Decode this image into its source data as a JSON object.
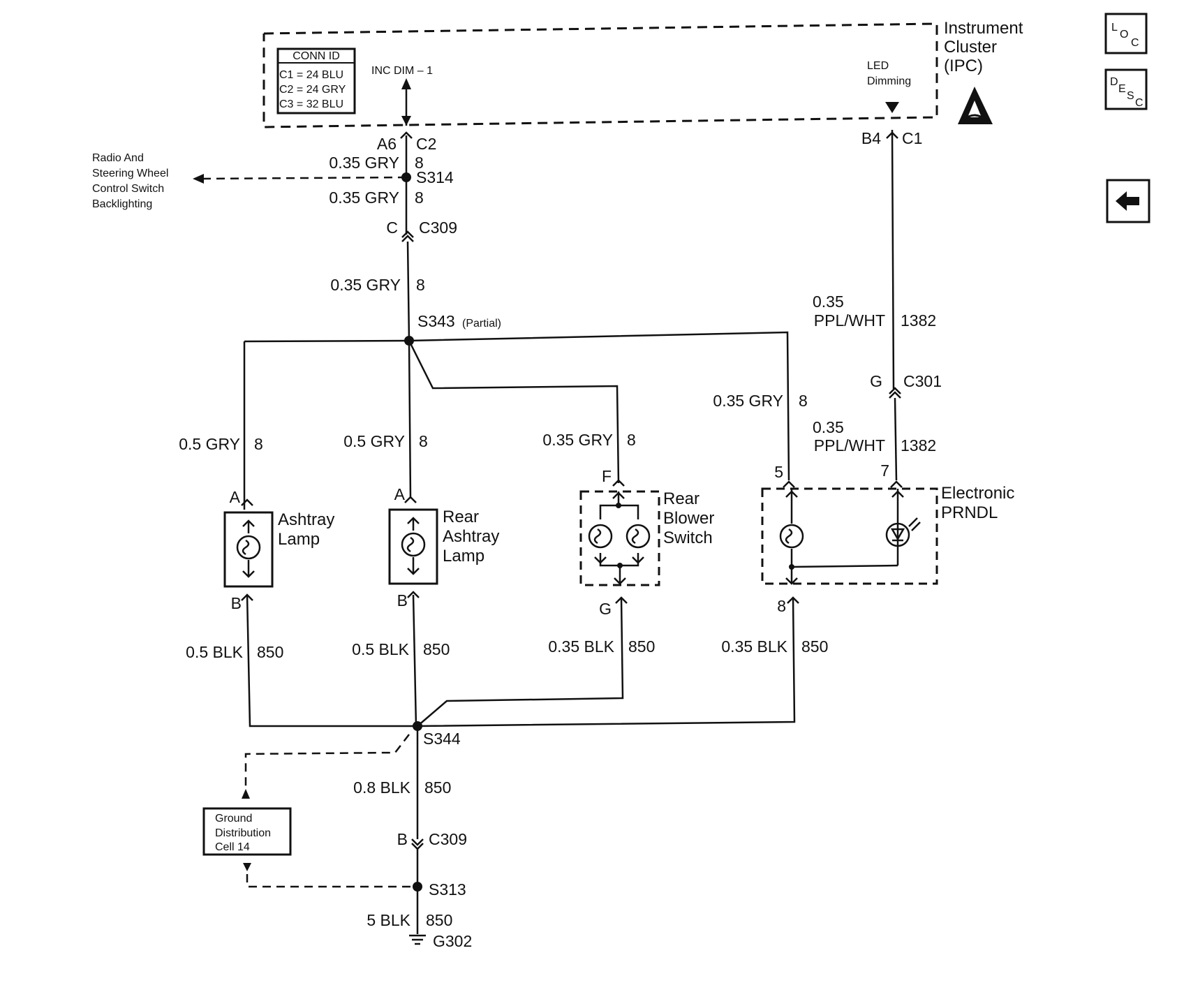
{
  "module": {
    "title_lines": [
      "Instrument",
      "Cluster",
      "(IPC)"
    ]
  },
  "conn_id": {
    "header": "CONN ID",
    "rows": [
      "C1 = 24 BLU",
      "C2 = 24 GRY",
      "C3 = 32 BLU"
    ]
  },
  "inc_dim": "INC DIM – 1",
  "led_dimming": [
    "LED",
    "Dimming"
  ],
  "radio_ref": [
    "Radio And",
    "Steering Wheel",
    "Control Switch",
    "Backlighting"
  ],
  "ground_ref": [
    "Ground",
    "Distribution",
    "Cell 14"
  ],
  "nav": {
    "loc_label": "LOC",
    "desc_label": "DESC",
    "back_icon": "left-arrow-icon"
  },
  "components": {
    "ashtray": [
      "Ashtray",
      "Lamp"
    ],
    "rear_ashtray": [
      "Rear",
      "Ashtray",
      "Lamp"
    ],
    "blower": [
      "Rear",
      "Blower",
      "Switch"
    ],
    "prndl": [
      "Electronic",
      "PRNDL"
    ]
  },
  "splices": {
    "s314": "S314",
    "s343": "S343",
    "s343_note": "(Partial)",
    "s344": "S344",
    "s313": "S313",
    "g302": "G302"
  },
  "labels": {
    "a6": "A6",
    "c2": "C2",
    "b4": "B4",
    "c1": "C1",
    "c_pin": "C",
    "c309": "C309",
    "g_pin": "G",
    "c301": "C301",
    "b_pin": "B",
    "pin_a": "A",
    "pin_b": "B",
    "pin_f": "F",
    "pin_g": "G",
    "pin_5": "5",
    "pin_7": "7",
    "pin_8": "8",
    "w035gry": "0.35 GRY",
    "w05gry": "0.5 GRY",
    "c8": "8",
    "w035": "0.35",
    "pplwht": "PPL/WHT",
    "c1382": "1382",
    "w05blk": "0.5 BLK",
    "w035blk": "0.35 BLK",
    "w08blk": "0.8 BLK",
    "w5blk": "5 BLK",
    "c850": "850"
  }
}
